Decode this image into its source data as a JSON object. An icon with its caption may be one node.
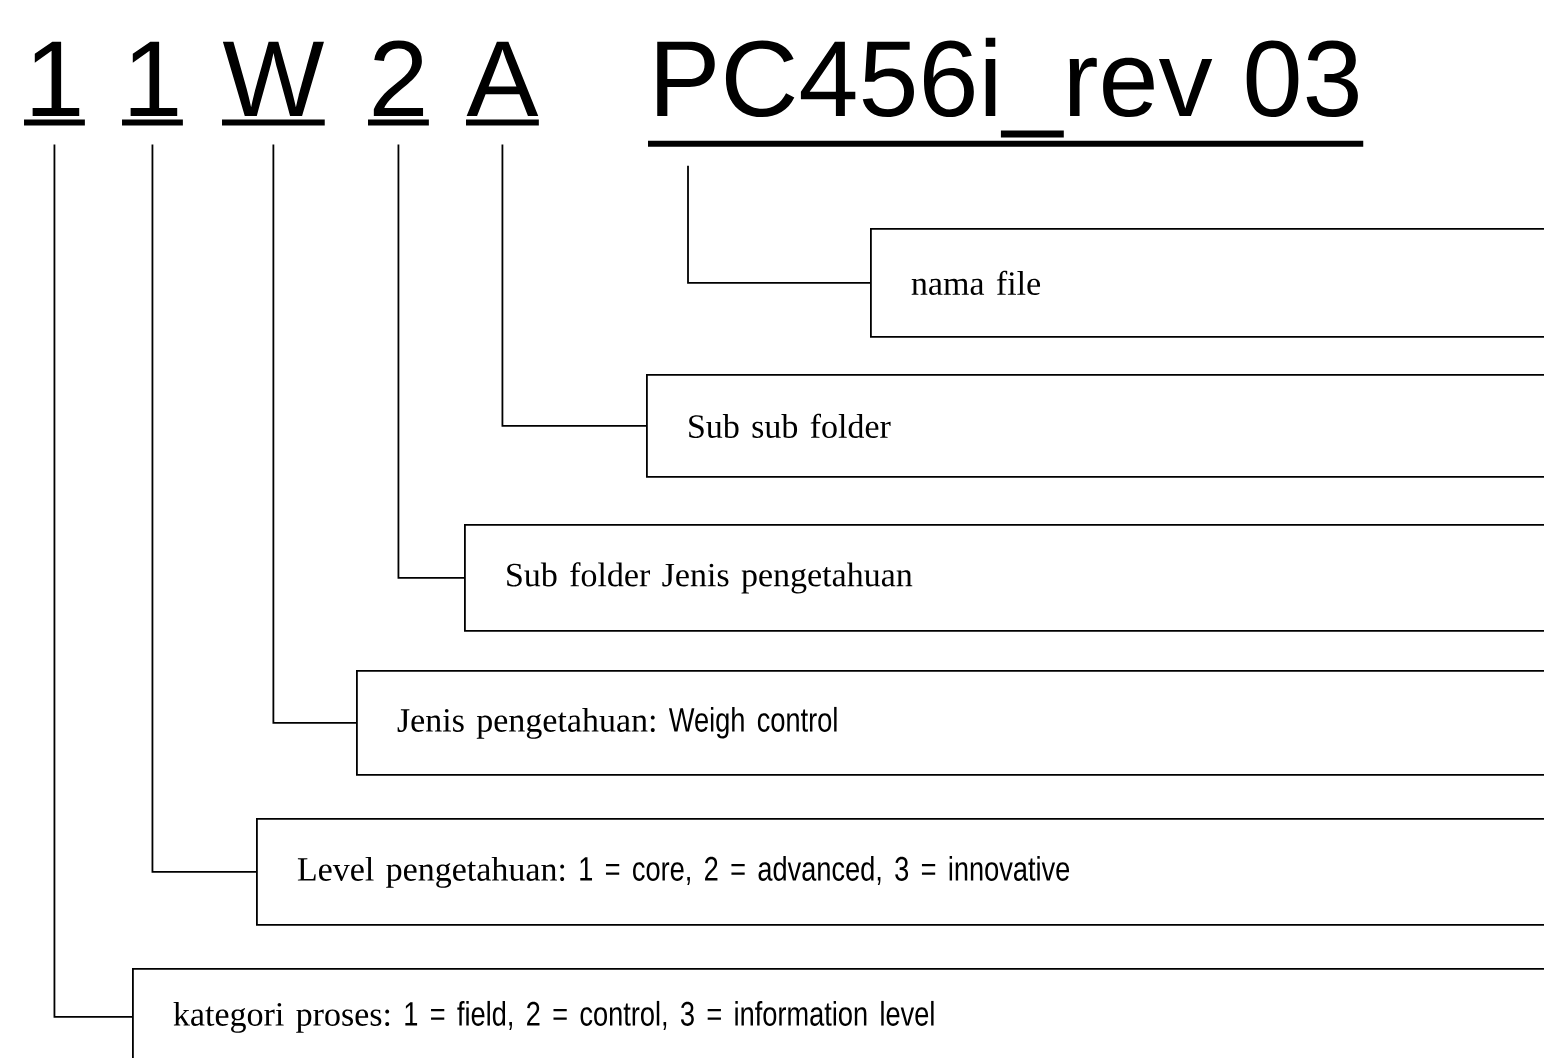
{
  "diagram": {
    "nodes": [
      {
        "text": [
          "1"
        ]
      },
      {
        "text": [
          "1"
        ]
      },
      {
        "text": [
          "W"
        ]
      },
      {
        "text": [
          "2"
        ]
      },
      {
        "text": [
          "A"
        ]
      },
      {
        "text": [
          "PC456i_rev 03"
        ]
      },
      {
        "text": [
          "nama file"
        ]
      },
      {
        "text": [
          "Sub sub folder"
        ]
      },
      {
        "text": [
          "Sub folder Jenis pengetahuan"
        ]
      },
      {
        "text": [
          "Jenis pengetahuan:",
          "Weigh control"
        ]
      },
      {
        "text": [
          "Level pengetahuan:",
          "1 = core, 2 = advanced, 3 = innovative"
        ]
      },
      {
        "text": [
          "kategori proses:",
          "1 = field, 2 = control, 3 = information level"
        ]
      }
    ],
    "edges": [
      {
        "from": 5,
        "to": 6,
        "arrow": "none"
      },
      {
        "from": 4,
        "to": 7,
        "arrow": "none"
      },
      {
        "from": 3,
        "to": 8,
        "arrow": "none"
      },
      {
        "from": 2,
        "to": 9,
        "arrow": "none"
      },
      {
        "from": 1,
        "to": 10,
        "arrow": "none"
      },
      {
        "from": 0,
        "to": 11,
        "arrow": "none"
      }
    ]
  }
}
